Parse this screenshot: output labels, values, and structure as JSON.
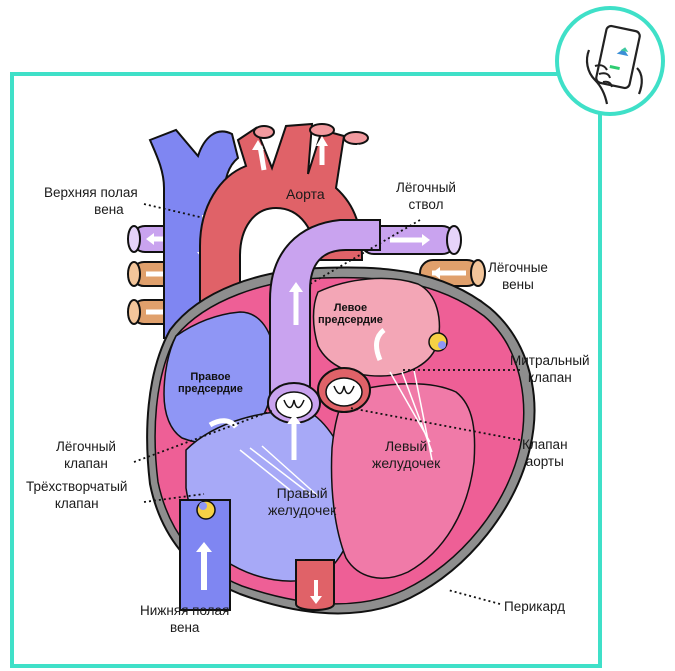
{
  "labels": {
    "svc_1": "Верхняя полая",
    "svc_2": "вена",
    "aorta": "Аорта",
    "pt_1": "Лёгочный",
    "pt_2": "ствол",
    "pv_1": "Лёгочные",
    "pv_2": "вены",
    "la_1": "Левое",
    "la_2": "предсердие",
    "ra_1": "Правое",
    "ra_2": "предсердие",
    "mv_1": "Митральный",
    "mv_2": "клапан",
    "pulv_1": "Лёгочный",
    "pulv_2": "клапан",
    "lv_1": "Левый",
    "lv_2": "желудочек",
    "av_1": "Клапан",
    "av_2": "аорты",
    "tv_1": "Трёхстворчатый",
    "tv_2": "клапан",
    "rv_1": "Правый",
    "rv_2": "желудочек",
    "ivc_1": "Нижняя полая",
    "ivc_2": "вена",
    "peri": "Перикард"
  },
  "colors": {
    "frame": "#3fe0c8",
    "vena_blue": "#7f86f2",
    "aorta_red": "#e06268",
    "pulmonary_purple": "#c9a3ef",
    "pulmonary_vein_tan": "#e0a06c",
    "myocardium_pink": "#ee5f96",
    "pericardium_gray": "#8e8e8e"
  },
  "badge_icon": "phone-in-hand-icon"
}
